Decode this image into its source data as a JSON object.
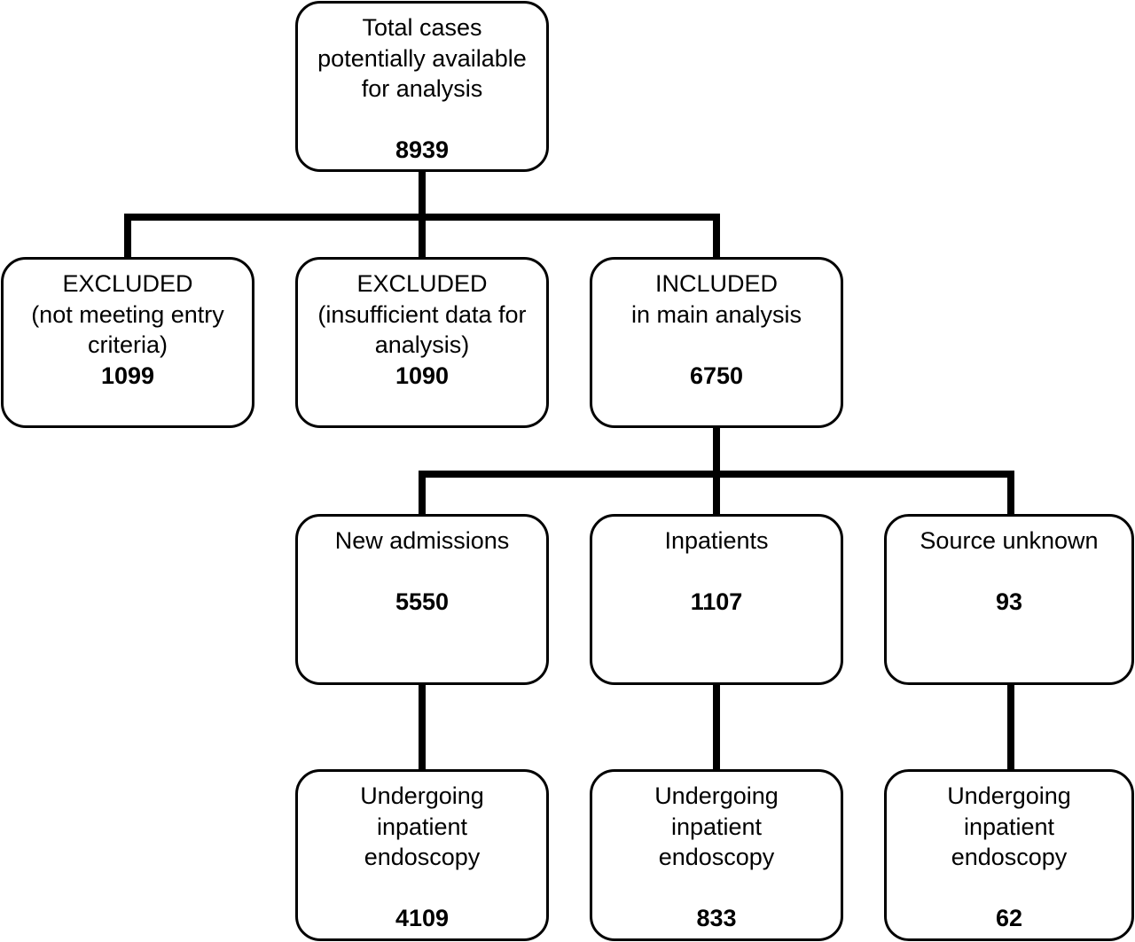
{
  "diagram": {
    "line_color": "#000000",
    "box_border_color": "#000000",
    "background": "#ffffff",
    "nodes": {
      "total": {
        "label": "Total cases\npotentially available\nfor analysis",
        "count": "8939"
      },
      "excluded_entry": {
        "label": "EXCLUDED\n(not meeting entry\ncriteria)",
        "count": "1099"
      },
      "excluded_data": {
        "label": "EXCLUDED\n(insufficient data for\nanalysis)",
        "count": "1090"
      },
      "included": {
        "label": "INCLUDED\nin main analysis",
        "count": "6750"
      },
      "new_admissions": {
        "label": "New admissions",
        "count": "5550"
      },
      "inpatients": {
        "label": "Inpatients",
        "count": "1107"
      },
      "source_unknown": {
        "label": "Source unknown",
        "count": "93"
      },
      "endo_new_admissions": {
        "label": "Undergoing\ninpatient\nendoscopy",
        "count": "4109"
      },
      "endo_inpatients": {
        "label": "Undergoing\ninpatient\nendoscopy",
        "count": "833"
      },
      "endo_source_unknown": {
        "label": "Undergoing\ninpatient\nendoscopy",
        "count": "62"
      }
    }
  }
}
